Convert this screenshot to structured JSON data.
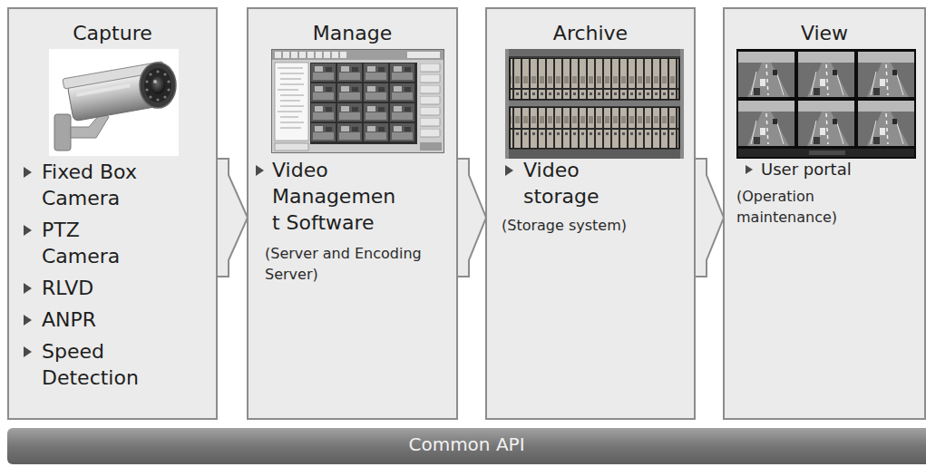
{
  "diagram": {
    "nodes": [
      {
        "text": [
          "Capture",
          "Fixed Box Camera",
          "PTZ Camera",
          "RLVD",
          "ANPR",
          "Speed Detection"
        ]
      },
      {
        "text": [
          "Manage",
          "Video Managemen t Software",
          "(Server and Encoding Server)"
        ]
      },
      {
        "text": [
          "Archive",
          "Video storage",
          "(Storage system)"
        ]
      },
      {
        "text": [
          "View",
          "User portal",
          "(Operation maintenance)"
        ]
      },
      {
        "text": [
          "Common API"
        ]
      }
    ],
    "edges": [
      {
        "from": 0,
        "to": 1,
        "arrow": "to"
      },
      {
        "from": 1,
        "to": 2,
        "arrow": "to"
      },
      {
        "from": 2,
        "to": 3,
        "arrow": "to"
      }
    ]
  }
}
